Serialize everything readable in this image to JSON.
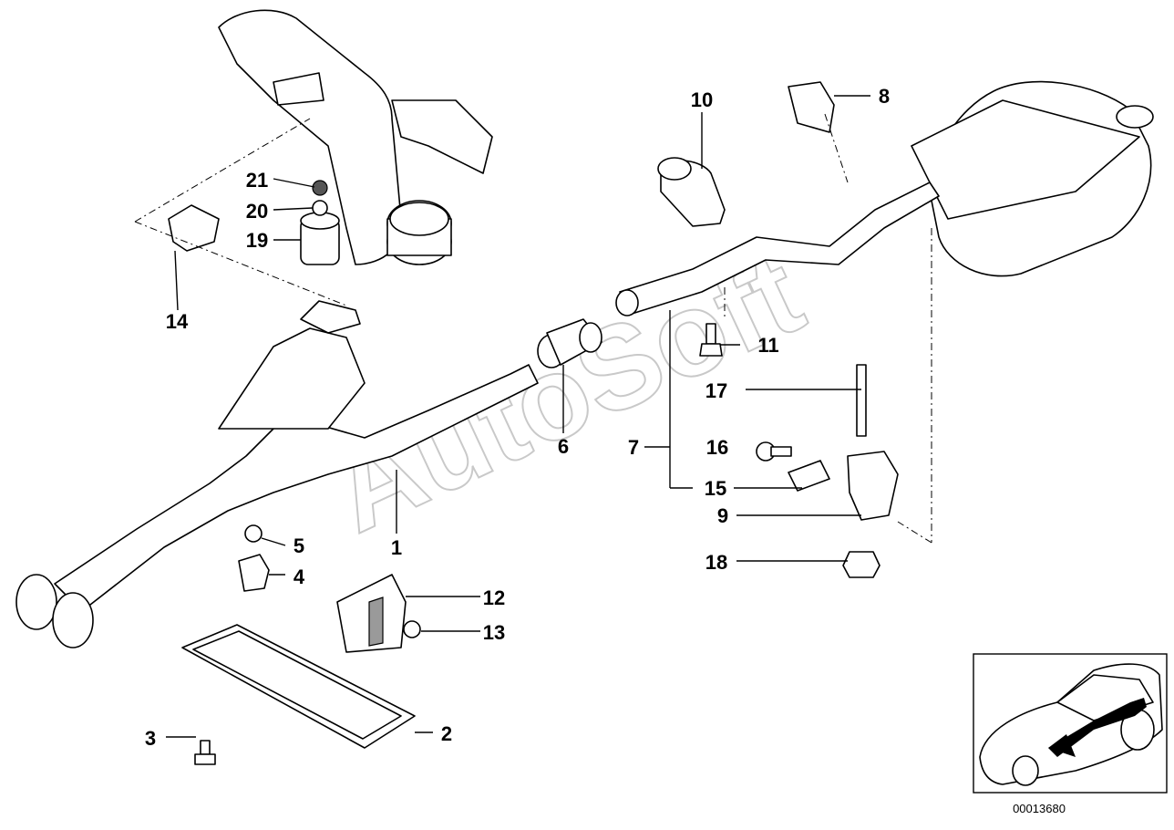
{
  "diagram": {
    "watermark": "AutoSoft",
    "reference_number": "00013680",
    "callouts": [
      {
        "id": "1",
        "label": "1"
      },
      {
        "id": "2",
        "label": "2"
      },
      {
        "id": "3",
        "label": "3"
      },
      {
        "id": "4",
        "label": "4"
      },
      {
        "id": "5",
        "label": "5"
      },
      {
        "id": "6",
        "label": "6"
      },
      {
        "id": "7",
        "label": "7"
      },
      {
        "id": "8",
        "label": "8"
      },
      {
        "id": "9",
        "label": "9"
      },
      {
        "id": "10",
        "label": "10"
      },
      {
        "id": "11",
        "label": "11"
      },
      {
        "id": "12",
        "label": "12"
      },
      {
        "id": "13",
        "label": "13"
      },
      {
        "id": "14",
        "label": "14"
      },
      {
        "id": "15",
        "label": "15"
      },
      {
        "id": "16",
        "label": "16"
      },
      {
        "id": "17",
        "label": "17"
      },
      {
        "id": "18",
        "label": "18"
      },
      {
        "id": "19",
        "label": "19"
      },
      {
        "id": "20",
        "label": "20"
      },
      {
        "id": "21",
        "label": "21"
      }
    ]
  }
}
